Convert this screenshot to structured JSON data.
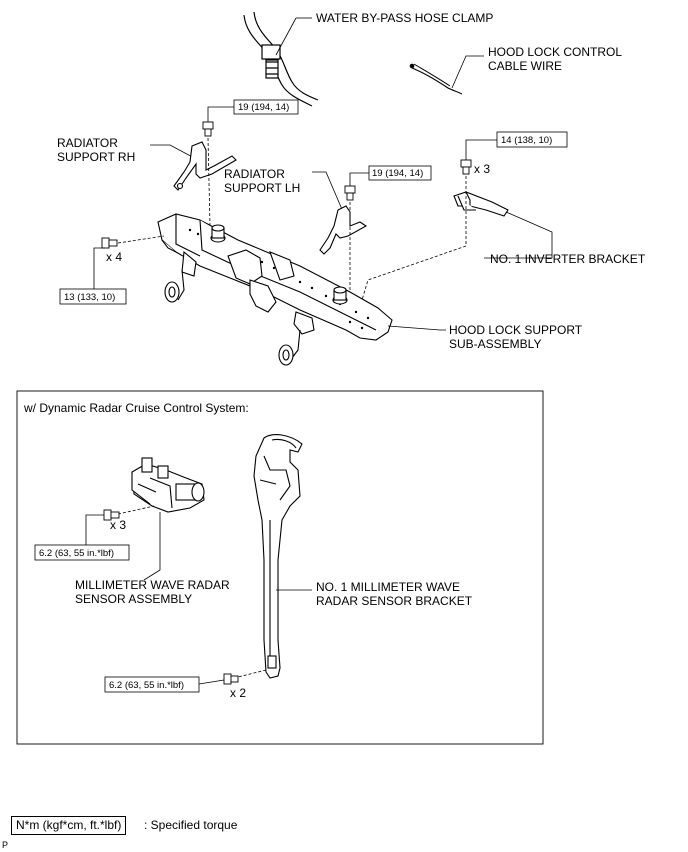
{
  "labels": {
    "water_bypass_hose_clamp": "WATER BY-PASS HOSE CLAMP",
    "hood_lock_cable_line1": "HOOD LOCK CONTROL",
    "hood_lock_cable_line2": "CABLE WIRE",
    "radiator_support_rh_line1": "RADIATOR",
    "radiator_support_rh_line2": "SUPPORT RH",
    "radiator_support_lh_line1": "RADIATOR",
    "radiator_support_lh_line2": "SUPPORT LH",
    "inverter_bracket": "NO. 1 INVERTER BRACKET",
    "hood_lock_support_line1": "HOOD LOCK SUPPORT",
    "hood_lock_support_line2": "SUB-ASSEMBLY",
    "radar_sensor_line1": "MILLIMETER WAVE RADAR",
    "radar_sensor_line2": "SENSOR ASSEMBLY",
    "radar_bracket_line1": "NO. 1 MILLIMETER WAVE",
    "radar_bracket_line2": "RADAR SENSOR BRACKET"
  },
  "torques": {
    "t_rh": "19 (194, 14)",
    "t_lh": "19 (194, 14)",
    "t_inverter": "14 (138, 10)",
    "t_side": "13 (133, 10)",
    "t_radar": "6.2 (63, 55 in.*lbf)",
    "t_bracket": "6.2 (63, 55 in.*lbf)"
  },
  "quantities": {
    "q_inverter": "x 3",
    "q_side": "x 4",
    "q_radar": "x 3",
    "q_bracket": "x 2"
  },
  "inset_title": "w/ Dynamic Radar Cruise Control System:",
  "legend": {
    "box": "N*m (kgf*cm, ft.*lbf)",
    "text": ": Specified torque"
  },
  "corner_mark": "P"
}
